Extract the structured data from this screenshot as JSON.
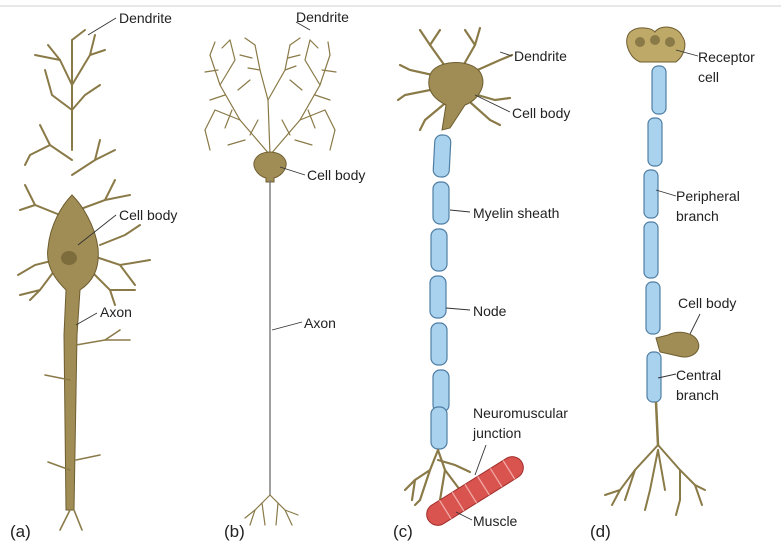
{
  "panels": {
    "a": {
      "tag": "(a)",
      "labels": {
        "dendrite": "Dendrite",
        "cell_body": "Cell body",
        "axon": "Axon"
      }
    },
    "b": {
      "tag": "(b)",
      "labels": {
        "dendrite": "Dendrite",
        "cell_body": "Cell body",
        "axon": "Axon"
      }
    },
    "c": {
      "tag": "(c)",
      "labels": {
        "dendrite": "Dendrite",
        "cell_body": "Cell body",
        "myelin": "Myelin sheath",
        "node": "Node",
        "nmj_1": "Neuromuscular",
        "nmj_2": "junction",
        "muscle": "Muscle"
      }
    },
    "d": {
      "tag": "(d)",
      "labels": {
        "receptor_1": "Receptor",
        "receptor_2": "cell",
        "peripheral_1": "Peripheral",
        "peripheral_2": "branch",
        "cell_body": "Cell body",
        "central_1": "Central",
        "central_2": "branch"
      }
    }
  },
  "colors": {
    "neuron": "#a08d55",
    "neuron_outline": "#6e5d30",
    "myelin": "#a9d2ee",
    "myelin_outline": "#4f7ea3",
    "muscle": "#d9534f"
  }
}
